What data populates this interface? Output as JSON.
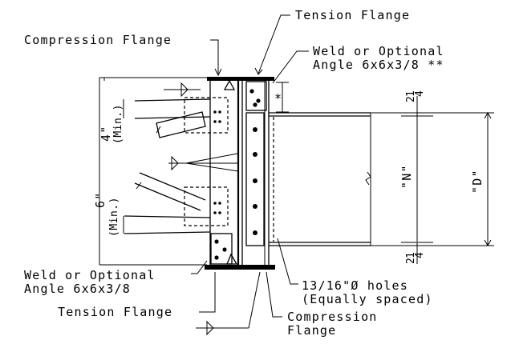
{
  "labels": {
    "tension_flange_top": "Tension Flange",
    "compression_flange_top": "Compression Flange",
    "weld_angle_top_line1": "Weld or Optional",
    "weld_angle_top_line2": "Angle 6x6x3/8 **",
    "asterisk": "*",
    "dim_4": "4\"",
    "dim_4_min": "(Min.)",
    "dim_6": "6\"",
    "dim_6_min": "(Min.)",
    "dim_N": "\"N\"",
    "dim_D": "\"D\"",
    "dim_2_top": "2",
    "dim_quarter_top": "1",
    "dim_quarter_top_den": "4",
    "dim_2_bottom": "2",
    "dim_quarter_bottom": "1",
    "dim_quarter_bottom_den": "4",
    "weld_angle_bottom_line1": "Weld or Optional",
    "weld_angle_bottom_line2": "Angle 6x6x3/8",
    "holes_line1": "13/16\"Ø holes",
    "holes_line2": "(Equally spaced)",
    "tension_flange_bottom": "Tension Flange",
    "compression_flange_bottom_line1": "Compression",
    "compression_flange_bottom_line2": "Flange"
  }
}
